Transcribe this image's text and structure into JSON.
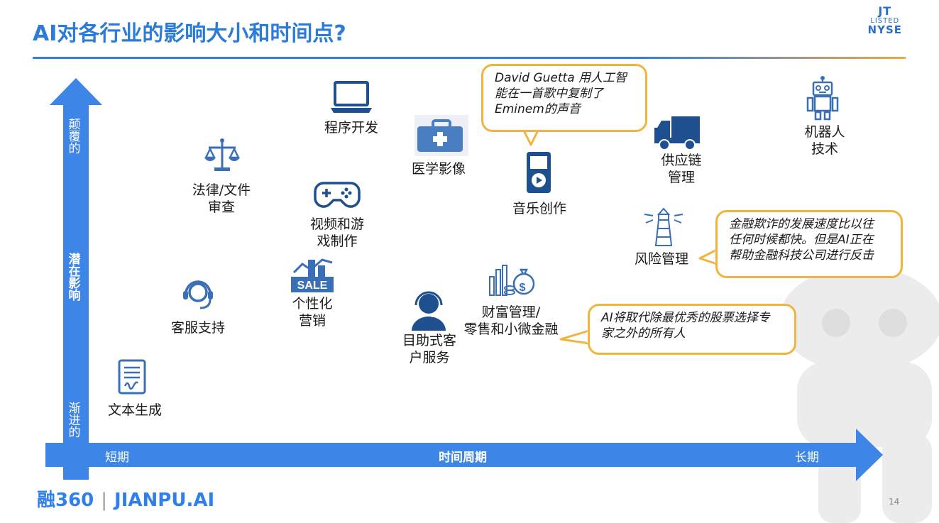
{
  "header": {
    "title": "AI对各行业的影响大小和时间点?",
    "badge": {
      "line1": "JT",
      "line2": "LISTED",
      "line3": "NYSE"
    }
  },
  "axes": {
    "y_top": "颠覆的",
    "y_mid": "潜在影响",
    "y_bottom": "渐进的",
    "x_left": "短期",
    "x_mid": "时间周期",
    "x_right": "长期"
  },
  "items": {
    "text_gen": "文本生成",
    "customer_support": "客服支持",
    "legal_1": "法律/文件",
    "legal_2": "审查",
    "programming": "程序开发",
    "video_games_1": "视频和游",
    "video_games_2": "戏制作",
    "marketing_1": "个性化",
    "marketing_2": "营销",
    "medical": "医学影像",
    "self_service_1": "目助式客",
    "self_service_2": "户服务",
    "wealth_1": "财富管理/",
    "wealth_2": "零售和小微金融",
    "music": "音乐创作",
    "supply_chain_1": "供应链",
    "supply_chain_2": "管理",
    "risk": "风险管理",
    "robotics_1": "机器人",
    "robotics_2": "技术",
    "sale_tag": "SALE"
  },
  "callouts": {
    "music": [
      "David Guetta 用人工智",
      "能在一首歌中复制了",
      "Eminem的声音"
    ],
    "finance": [
      "金融欺诈的发展速度比以往",
      "任何时候都快。但是AI正在",
      "帮助金融科技公司进行反击"
    ],
    "stocks": [
      "AI将取代除最优秀的股票选择专",
      "家之外的所有人"
    ]
  },
  "footer": {
    "logo_left": "融360",
    "logo_right": "JIANPU.AI",
    "page": "14"
  },
  "colors": {
    "accent": "#2f80ed",
    "icon": "#3a6fb5",
    "callout_border": "#f0b43f"
  }
}
